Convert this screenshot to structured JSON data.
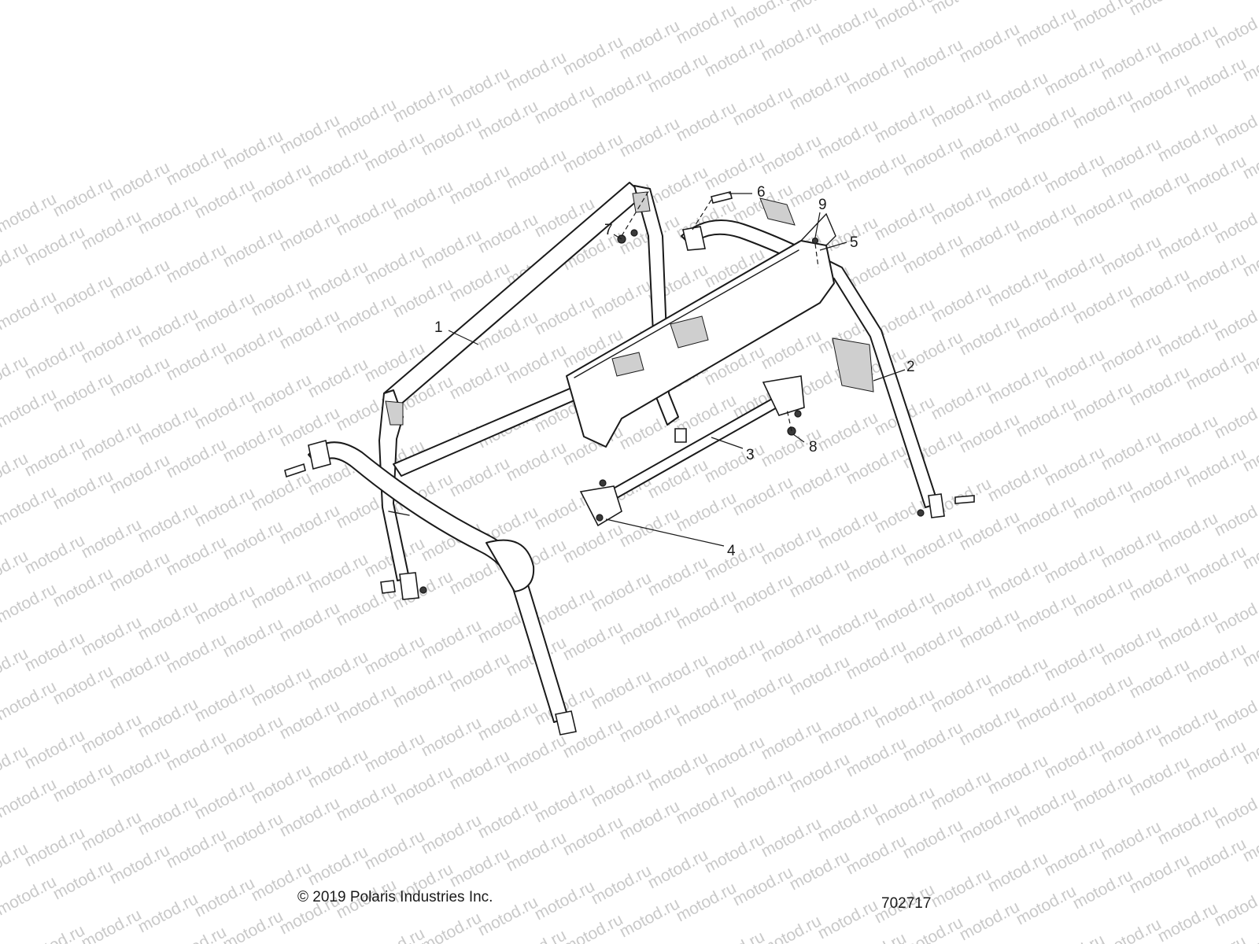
{
  "watermark": "motod.ru",
  "part_callouts": [
    {
      "number": "1"
    },
    {
      "number": "2"
    },
    {
      "number": "3"
    },
    {
      "number": "4"
    },
    {
      "number": "5"
    },
    {
      "number": "6"
    },
    {
      "number": "7"
    },
    {
      "number": "8"
    },
    {
      "number": "9"
    }
  ],
  "footer": {
    "copyright": "© 2019 Polaris Industries Inc.",
    "diagram_number": "702717"
  },
  "colors": {
    "line": "#1a1a1a",
    "background": "#ffffff",
    "watermark": "#c9c9c9"
  }
}
